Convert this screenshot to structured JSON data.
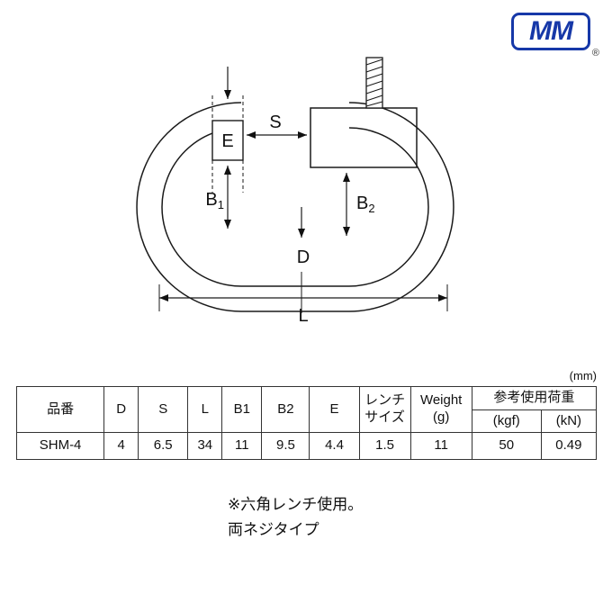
{
  "logo": {
    "text": "MM",
    "registered": "®"
  },
  "unit_label": "(mm)",
  "diagram": {
    "labels": {
      "e": "E",
      "s": "S",
      "b1_main": "B",
      "b1_sub": "1",
      "b2_main": "B",
      "b2_sub": "2",
      "d": "D",
      "l": "L"
    }
  },
  "table": {
    "headers": {
      "part_no": "品番",
      "d": "D",
      "s": "S",
      "l": "L",
      "b1": "B1",
      "b2": "B2",
      "e": "E",
      "wrench_size": "レンチ\nサイズ",
      "weight": "Weight\n(g)",
      "working_load": "参考使用荷重",
      "kgf": "(kgf)",
      "kn": "(kN)"
    },
    "rows": [
      {
        "part_no": "SHM-4",
        "d": "4",
        "s": "6.5",
        "l": "34",
        "b1": "11",
        "b2": "9.5",
        "e": "4.4",
        "wrench": "1.5",
        "weight": "11",
        "kgf": "50",
        "kn": "0.49"
      }
    ]
  },
  "notes": {
    "line1": "※六角レンチ使用。",
    "line2": "両ネジタイプ"
  }
}
